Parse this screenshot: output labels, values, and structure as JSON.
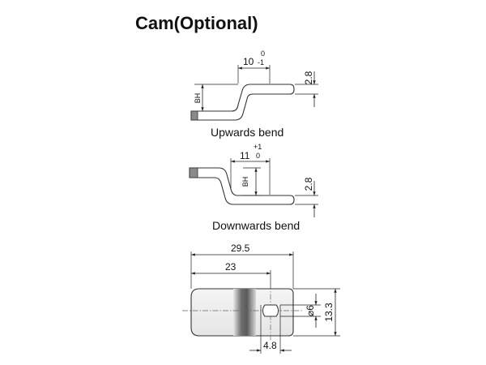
{
  "title": "Cam(Optional)",
  "upwards_bend": {
    "caption": "Upwards bend",
    "length": "10",
    "tol_upper": "0",
    "tol_lower": "-1",
    "thickness": "2.8",
    "height_label": "BH"
  },
  "downwards_bend": {
    "caption": "Downwards bend",
    "length": "11",
    "tol_upper": "+1",
    "tol_lower": "0",
    "thickness": "2.8",
    "height_label": "BH"
  },
  "plan_view": {
    "overall_length": "29.5",
    "hole_position": "23",
    "hole_diameter": "⌀6",
    "width": "13.3",
    "hole_offset": "4.8"
  },
  "colors": {
    "line": "#222222",
    "shade": "#7a7a7a",
    "tip": "#8a8a8a"
  }
}
